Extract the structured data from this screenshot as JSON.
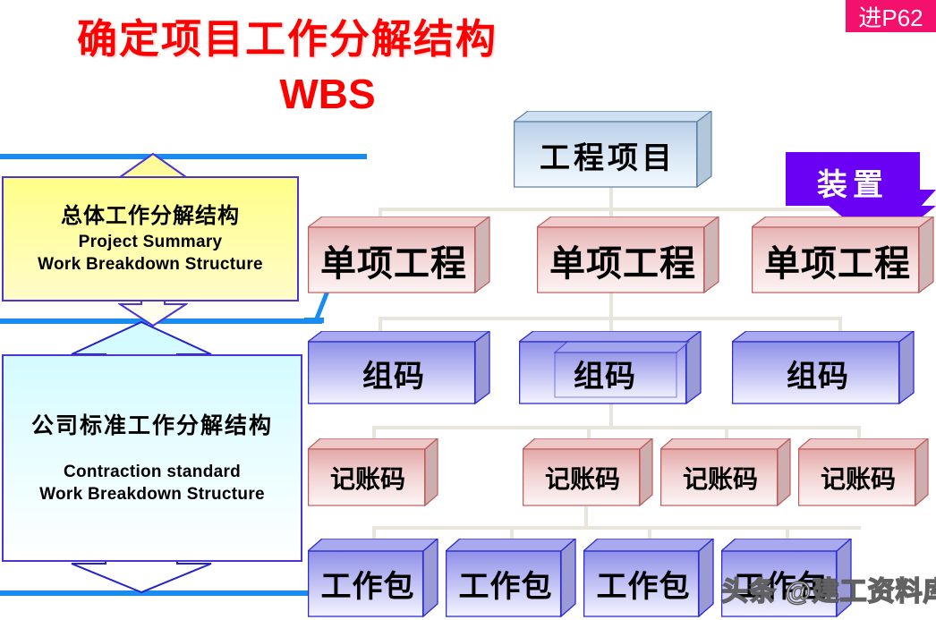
{
  "badge": {
    "label": "进P62",
    "color": "#f4116e"
  },
  "title": {
    "line1": "确定项目工作分解结构",
    "line2": "WBS",
    "color": "#ff0000"
  },
  "callouts": [
    {
      "id": "project-summary",
      "cn": "总体工作分解结构",
      "en1": "Project  Summary",
      "en2": "Work Breakdown Structure",
      "fill": "#ffff88",
      "border": "#4b35d6"
    },
    {
      "id": "contraction-standard",
      "cn": "公司标准工作分解结构",
      "en1": "Contraction  standard",
      "en2": "Work Breakdown Structure",
      "fill": "#d4fbff",
      "border": "#4b35d6"
    }
  ],
  "device_arrow": {
    "label": "装置",
    "fill": "#6a00f4",
    "text_color": "#ffffff"
  },
  "tree": {
    "root": {
      "label": "工程项目",
      "fill": "#c5d9ef"
    },
    "levels": [
      {
        "id": "level-engineering-item",
        "label_color": "#000000",
        "fill": "#f0c4c4",
        "nodes": [
          {
            "label": "单项工程"
          },
          {
            "label": "单项工程"
          },
          {
            "label": "单项工程"
          }
        ]
      },
      {
        "id": "level-group-code",
        "fill": "#9a9aee",
        "nodes": [
          {
            "label": "组码"
          },
          {
            "label": "组码"
          },
          {
            "label": "组码"
          }
        ]
      },
      {
        "id": "level-account-code",
        "fill": "#f0c4c4",
        "nodes": [
          {
            "label": "记账码"
          },
          {
            "label": "记账码"
          },
          {
            "label": "记账码"
          },
          {
            "label": "记账码"
          }
        ]
      },
      {
        "id": "level-work-package",
        "fill": "#9a9aee",
        "nodes": [
          {
            "label": "工作包"
          },
          {
            "label": "工作包"
          },
          {
            "label": "工作包"
          },
          {
            "label": "工作包"
          }
        ]
      }
    ]
  },
  "watermark": {
    "text": "头条 @建工资料库"
  }
}
